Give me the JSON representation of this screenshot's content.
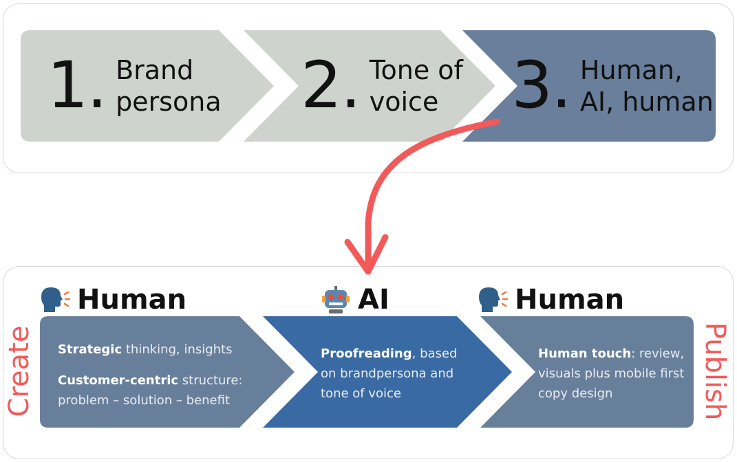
{
  "colors": {
    "step_light": "#cfd3cd",
    "step_dark": "#6a7f9b",
    "box_slate": "#687f9b",
    "box_blue": "#3a6aa4",
    "arrow": "#f25a5a",
    "side_text": "#f25a5a"
  },
  "steps": [
    {
      "number": "1.",
      "line1": "Brand",
      "line2": "persona"
    },
    {
      "number": "2.",
      "line1": "Tone of",
      "line2": "voice"
    },
    {
      "number": "3.",
      "line1": "Human,",
      "line2": "AI, human"
    }
  ],
  "headers": [
    {
      "icon": "speaking-head-icon",
      "label": "Human"
    },
    {
      "icon": "robot-icon",
      "label": "AI"
    },
    {
      "icon": "speaking-head-icon",
      "label": "Human"
    }
  ],
  "boxes": {
    "human1": {
      "p1_bold": "Strategic",
      "p1_rest": " thinking, insights",
      "p2_bold": "Customer-centric",
      "p2_rest": " structure: problem – solution – benefit"
    },
    "ai": {
      "bold": "Proofreading",
      "rest": ", based on brandpersona and tone of voice"
    },
    "human2": {
      "bold": "Human touch",
      "rest": ": review, visuals plus mobile first copy design"
    }
  },
  "side_labels": {
    "left": "Create",
    "right": "Publish"
  }
}
